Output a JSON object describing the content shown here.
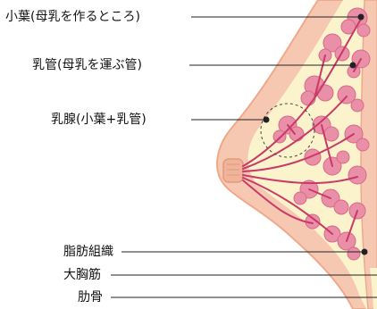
{
  "labels": {
    "lobule": "小葉(母乳を作るところ)",
    "duct": "乳管(母乳を運ぶ管)",
    "mammary_gland": "乳腺(小葉+乳管)",
    "adipose_tissue": "脂肪組織",
    "pectoralis_major": "大胸筋",
    "rib": "肋骨"
  },
  "colors": {
    "skin_outer": "#F6C8B2",
    "skin_edge": "#EFA98A",
    "fat": "#FBF3CC",
    "lobule_fill": "#E98FA7",
    "lobule_edge": "#D86A8A",
    "duct": "#C83A67",
    "nipple": "#F0B49A",
    "leader_line": "#222222",
    "text": "#111111"
  }
}
